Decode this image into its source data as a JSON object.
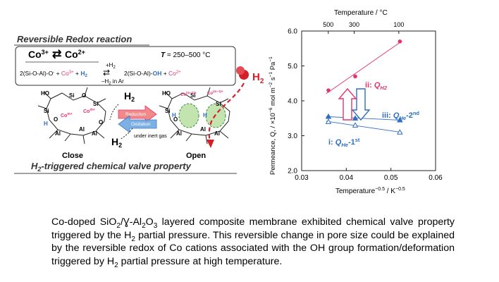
{
  "left_panel": {
    "title": "Reversible Redox reaction",
    "box": {
      "co3": "Co",
      "co3_sup": "3+",
      "co2": "Co",
      "co2_sup": "2+",
      "temp_label": "T",
      "temp_value": " = 250–500 °C",
      "plus_h2": "+H",
      "plus_h2_sub": "2",
      "minus_h2": "–H",
      "minus_h2_sub": "2",
      "minus_h2_tail": " in Ar",
      "eq_left_a": "2(Si-O-Al)-O",
      "eq_left_a_sup": "-",
      "eq_plus1": " + ",
      "eq_co3": "Co",
      "eq_co3_sup": "3+",
      "eq_plus2": " + ",
      "eq_h2": "H",
      "eq_h2_sub": "2",
      "eq_right_a": "2(Si-O-Al)-",
      "eq_oh": "OH",
      "eq_plus3": " + ",
      "eq_co2": "Co",
      "eq_co2_sup": "2+"
    },
    "close_label": "Close",
    "open_label": "Open",
    "h2_top": "H",
    "h2_top_sub": "2",
    "h2_bottom": "H",
    "h2_bottom_sub": "2",
    "reduction": "Reduction",
    "oxidation": "Oxidation",
    "inert_gas": "under inert gas",
    "h2_red": "H",
    "h2_red_sub": "2",
    "com_plus": "Co",
    "com_plus_sup": "m+",
    "com_minus": "Co",
    "com_minus_sup": "(m−1)+",
    "atoms": {
      "si": "Si",
      "o": "O",
      "al": "Al",
      "ho": "HO",
      "h": "H"
    },
    "subtitle_pre": "H",
    "subtitle_sub": "2",
    "subtitle_post": "-triggered chemical valve property"
  },
  "chart_data": {
    "type": "scatter",
    "xlabel": "Temperature",
    "xlabel_sup": "−0.5",
    "xlabel_unit": " / K",
    "xlabel_unit_sup": "−0.5",
    "ylabel": "Permeance, Q, / ×10",
    "ylabel_parts": [
      "Permeance, Q, / ×10",
      "−6",
      " mol m",
      "−2",
      " s",
      "−1",
      " Pa",
      "−1"
    ],
    "top_axis_label": "Temperature / °C",
    "xlim": [
      0.03,
      0.06
    ],
    "ylim": [
      2.0,
      6.0
    ],
    "x_ticks": [
      "0.03",
      "0.04",
      "0.05",
      "0.06"
    ],
    "y_ticks": [
      "2.0",
      "3.0",
      "4.0",
      "5.0",
      "6.0"
    ],
    "top_ticks": [
      "500",
      "300",
      "100"
    ],
    "series": [
      {
        "name": "Q",
        "label_pre": "ii: ",
        "label_sub": "H2",
        "color": "#e5336c",
        "marker": "circle",
        "x": [
          0.036,
          0.042,
          0.052
        ],
        "y": [
          4.3,
          4.7,
          5.7
        ]
      },
      {
        "name": "Q",
        "label_pre": "iii: ",
        "label_sub": "He",
        "label_post": "-2",
        "label_sup": "nd",
        "color": "#2f6ec0",
        "marker": "triangle",
        "x": [
          0.036,
          0.042,
          0.052
        ],
        "y": [
          3.55,
          3.5,
          3.45
        ]
      },
      {
        "name": "Q",
        "label_pre": "i: ",
        "label_sub": "He",
        "label_post": "-1",
        "label_sup": "st",
        "color": "#2f6ec0",
        "marker": "triangle-open",
        "x": [
          0.036,
          0.042,
          0.052
        ],
        "y": [
          3.4,
          3.3,
          3.1
        ]
      }
    ],
    "grid": false
  },
  "caption": {
    "p1": "Co-doped SiO",
    "p1_sub": "2",
    "p2": "/Ɣ-Al",
    "p2_sub": "2",
    "p3": "O",
    "p3_sub": "3",
    "p4": " layered composite membrane exhibited chemical valve property triggered by the H",
    "p4_sub": "2",
    "p5": " partial pressure. This reversible change in pore size could be explained by the reversible redox of Co cations associated with the OH group formation/deformation triggered by H",
    "p5_sub": "2",
    "p6": " partial pressure at high temperature."
  },
  "colors": {
    "pink": "#e5336c",
    "blue": "#2f6ec0",
    "red": "#d4202a",
    "green": "#9bd27a"
  }
}
